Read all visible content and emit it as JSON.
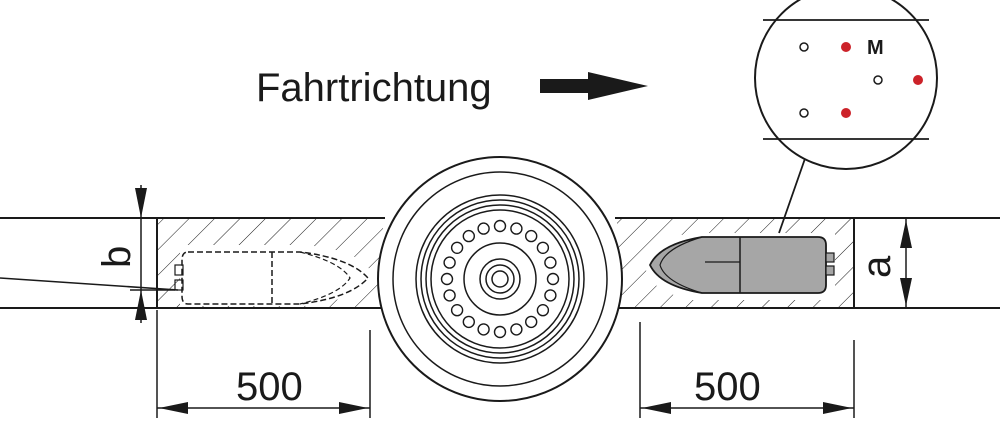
{
  "diagram": {
    "direction_label": "Fahrtrichtung",
    "dimension_left": "500",
    "dimension_right": "500",
    "depth_label_left": "b",
    "depth_label_right": "a",
    "detail_marker_label": "M",
    "colors": {
      "line": "#1a1a1a",
      "red_dot": "#cc2229",
      "fill_gray": "#a6a6a6",
      "background": "#ffffff"
    }
  }
}
